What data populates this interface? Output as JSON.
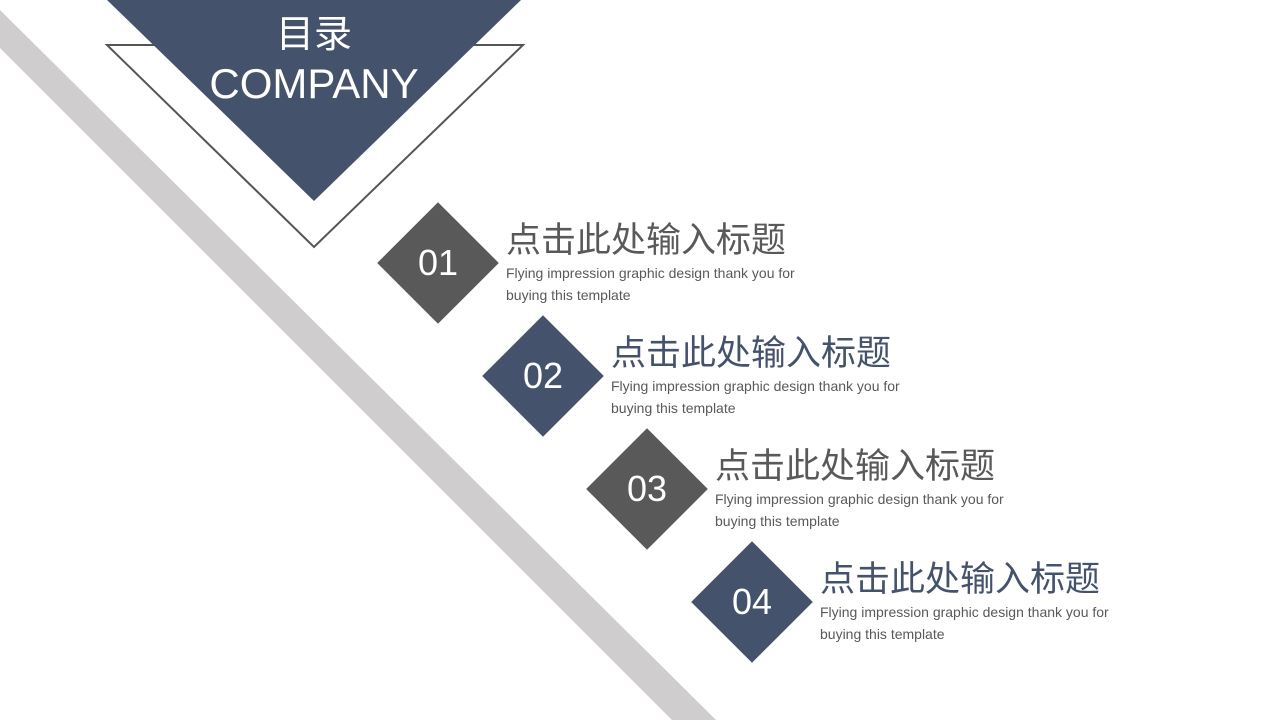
{
  "header": {
    "title_cn": "目录",
    "title_en": "COMPANY"
  },
  "colors": {
    "navy": "#44536b",
    "gray": "#595959",
    "stripe": "#cfcdce",
    "outline": "#555555"
  },
  "items": [
    {
      "number": "01",
      "title": "点击此处输入标题",
      "desc": "Flying impression graphic design thank you for buying this template",
      "color": "#595959"
    },
    {
      "number": "02",
      "title": "点击此处输入标题",
      "desc": "Flying impression graphic design thank you for buying this template",
      "color": "#44536b"
    },
    {
      "number": "03",
      "title": "点击此处输入标题",
      "desc": "Flying impression graphic design thank you for buying this template",
      "color": "#595959"
    },
    {
      "number": "04",
      "title": "点击此处输入标题",
      "desc": "Flying impression graphic design thank you for buying this template",
      "color": "#44536b"
    }
  ]
}
